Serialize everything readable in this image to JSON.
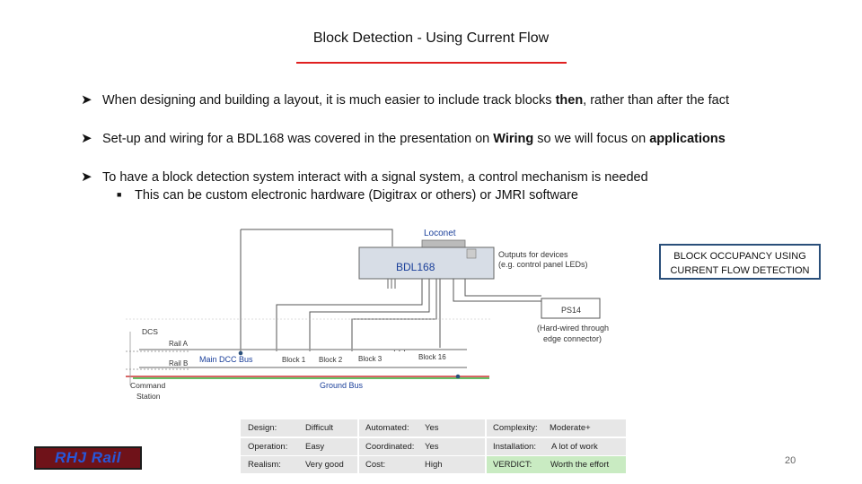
{
  "title": "Block Detection - Using Current Flow",
  "bullets": [
    {
      "pre": "When designing and building a layout, it is much easier to include track blocks ",
      "bold": "then",
      "post": ", rather than after the fact"
    },
    {
      "pre": "Set-up and wiring for a BDL168 was covered in the presentation on ",
      "bold": "Wiring",
      "mid": " so we will focus on ",
      "bold2": "applications"
    },
    {
      "text": "To have a block detection system interact with a signal system, a control mechanism is needed"
    }
  ],
  "sub_bullet": "This can be custom electronic hardware (Digitrax or others) or JMRI software",
  "diagram": {
    "loconet": "Loconet",
    "bdl": "BDL168",
    "outputs_line1": "Outputs for devices",
    "outputs_line2": "(e.g. control panel LEDs)",
    "ps14": "PS14",
    "ps14_note1": "(Hard-wired through",
    "ps14_note2": "edge connector)",
    "dcs": "DCS",
    "rail_a": "Rail A",
    "rail_b": "Rail B",
    "main_bus": "Main DCC Bus",
    "block1": "Block 1",
    "block2": "Block 2",
    "block3": "Block 3",
    "dots": ". . .",
    "block16": "Block 16",
    "ground_bus": "Ground Bus",
    "command1": "Command",
    "command2": "Station"
  },
  "callout": {
    "line1": "BLOCK OCCUPANCY USING",
    "line2": "CURRENT FLOW DETECTION"
  },
  "logo": "RHJ Rail",
  "table": {
    "rows": [
      [
        "Design:",
        "Difficult",
        "Automated:",
        "Yes",
        "Complexity:",
        "Moderate+"
      ],
      [
        "Operation:",
        "Easy",
        "Coordinated:",
        "Yes",
        "Installation:",
        "A lot of work"
      ],
      [
        "Realism:",
        "Very good",
        "Cost:",
        "High",
        "VERDICT:",
        "Worth the effort"
      ]
    ]
  },
  "page_number": "20",
  "colors": {
    "title_rule": "#e02020",
    "callout_border": "#2a4f7a",
    "logo_bg": "#6f1219",
    "logo_text": "#2757d9",
    "verdict_bg": "#c9ebc2",
    "cell_bg": "#e7e7e7"
  }
}
